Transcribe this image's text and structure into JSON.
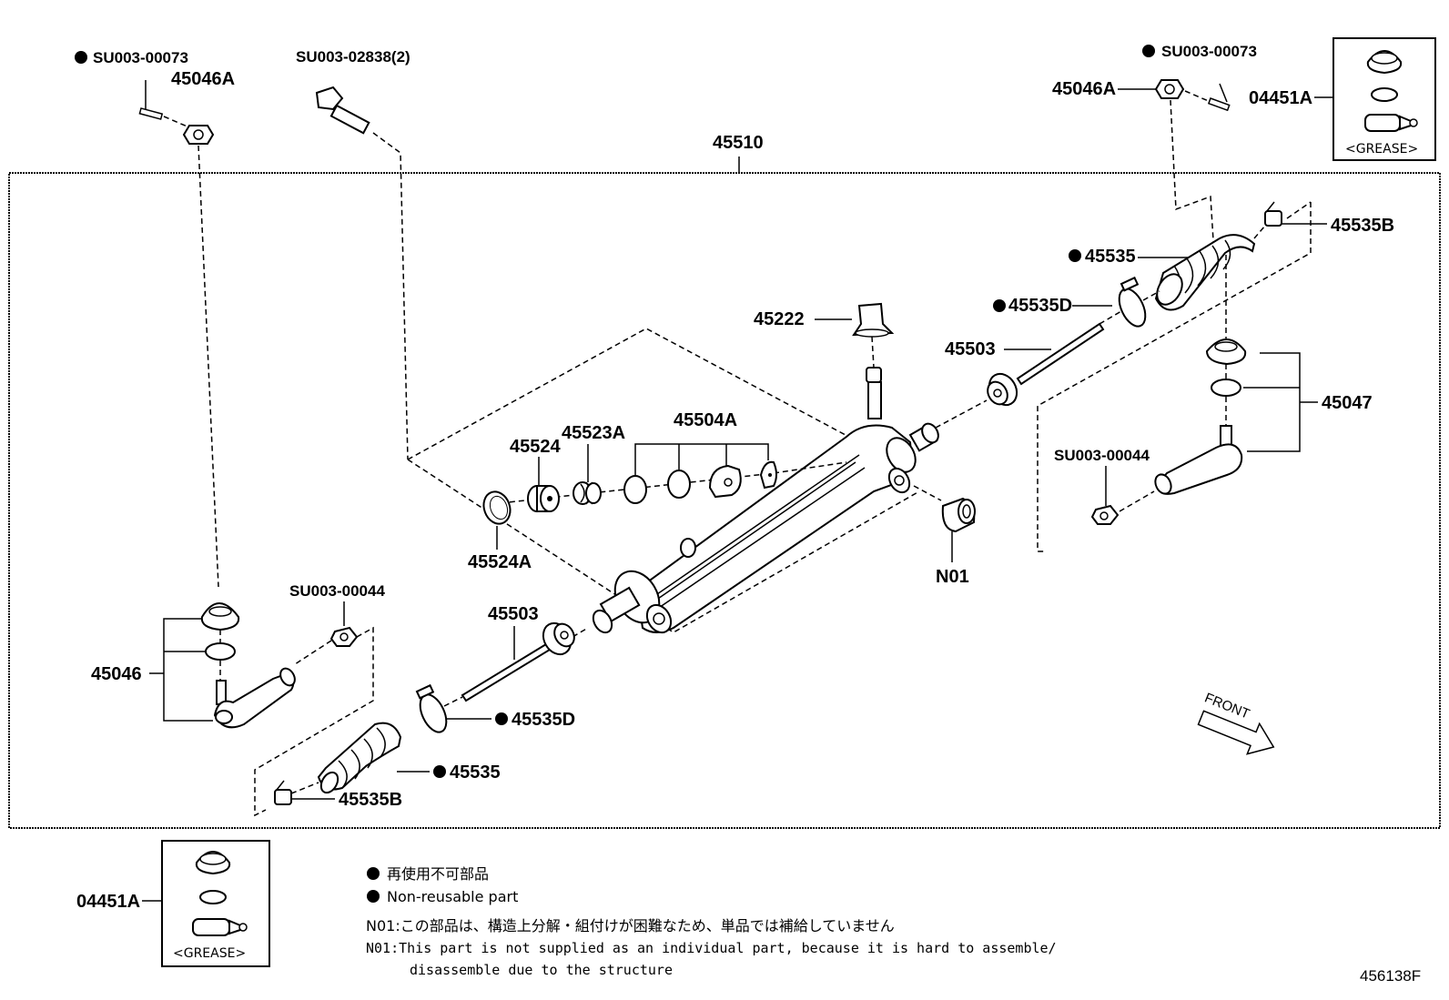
{
  "parts": {
    "p45510": "45510",
    "su73_left": "SU003-00073",
    "p45046A_left": "45046A",
    "su2838": "SU003-02838(2)",
    "su73_right": "SU003-00073",
    "p45046A_right": "45046A",
    "p04451A_top": "04451A",
    "grease_top": "<GREASE>",
    "p45535B_right": "45535B",
    "p45535_right": "45535",
    "p45535D_right": "45535D",
    "p45222": "45222",
    "p45503_right": "45503",
    "p45047": "45047",
    "su44_right": "SU003-00044",
    "p45504A": "45504A",
    "p45523A": "45523A",
    "p45524": "45524",
    "p45524A": "45524A",
    "pN01": "N01",
    "su44_left": "SU003-00044",
    "p45046": "45046",
    "p45503_left": "45503",
    "p45535D_left": "45535D",
    "p45535_left": "45535",
    "p45535B_left": "45535B",
    "p04451A_bottom": "04451A",
    "grease_bottom": "<GREASE>",
    "front": "FRONT"
  },
  "legend": {
    "jp_nonreusable": "再使用不可部品",
    "en_nonreusable": "Non-reusable part",
    "n01_jp": "N01:この部品は、構造上分解・組付けが困難なため、単品では補給していません",
    "n01_en_1": "N01:This part is not supplied as an individual part, because it is hard to assemble/",
    "n01_en_2": "disassemble due to the structure"
  },
  "figure_id": "456138F"
}
